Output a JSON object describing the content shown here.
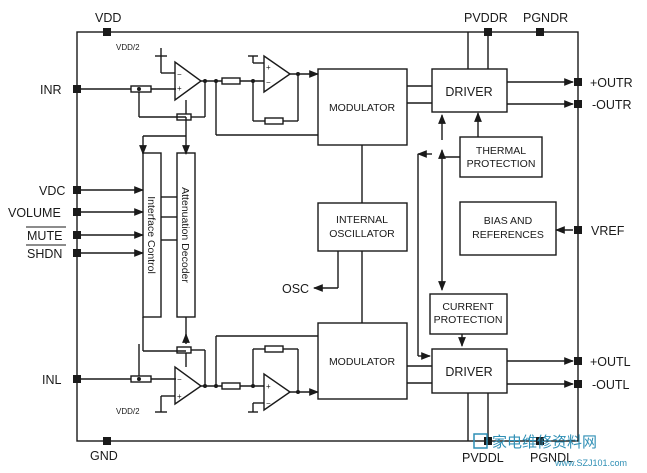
{
  "pins": {
    "vdd": "VDD",
    "pvddr": "PVDDR",
    "pgndr": "PGNDR",
    "inr": "INR",
    "vdc": "VDC",
    "volume": "VOLUME",
    "mute": "MUTE",
    "shdn": "SHDN",
    "inl": "INL",
    "gnd": "GND",
    "pvddl": "PVDDL",
    "pgndl": "PGNDL",
    "outr_pos": "+OUTR",
    "outr_neg": "-OUTR",
    "vref": "VREF",
    "outl_pos": "+OUTL",
    "outl_neg": "-OUTL",
    "osc": "OSC"
  },
  "blocks": {
    "modulator_top": "MODULATOR",
    "modulator_bottom": "MODULATOR",
    "driver_top": "DRIVER",
    "driver_bottom": "DRIVER",
    "thermal_line1": "THERMAL",
    "thermal_line2": "PROTECTION",
    "internal_osc_line1": "INTERNAL",
    "internal_osc_line2": "OSCILLATOR",
    "bias_line1": "BIAS AND",
    "bias_line2": "REFERENCES",
    "current_line1": "CURRENT",
    "current_line2": "PROTECTION",
    "interface_control": "Interface Control",
    "attenuation_decoder": "Attenuation Decoder"
  },
  "labels": {
    "vdd_half_top": "VDD/2",
    "vdd_half_bottom": "VDD/2"
  },
  "watermark": {
    "chars": "家电维修资料网",
    "url": "www.SZJ101.com"
  }
}
